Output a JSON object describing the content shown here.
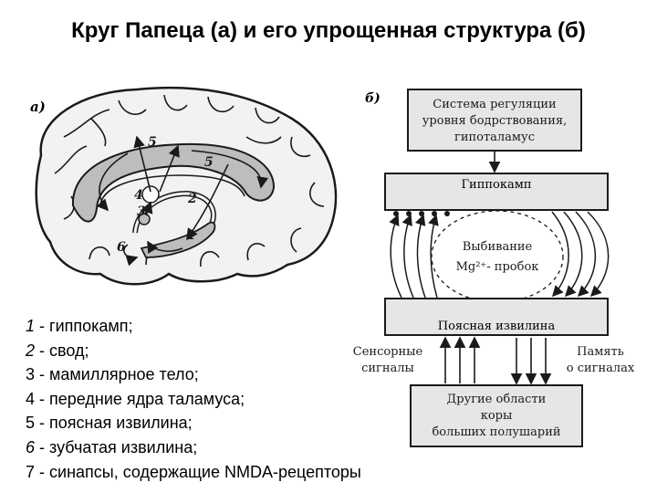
{
  "title": "Круг Папеца (а) и его упрощенная структура (б)",
  "panel_a": {
    "label": "а)",
    "numbers": [
      "1",
      "2",
      "3",
      "4",
      "5",
      "5",
      "6"
    ]
  },
  "legend": [
    {
      "num": "1",
      "italic": true,
      "text": " - гиппокамп;"
    },
    {
      "num": "2",
      "italic": true,
      "text": " - свод;"
    },
    {
      "num": "3",
      "italic": false,
      "text": " - мамиллярное тело;"
    },
    {
      "num": "4",
      "italic": false,
      "text": " - передние ядра таламуса;"
    },
    {
      "num": "5",
      "italic": false,
      "text": " -  поясная извилина;"
    },
    {
      "num": "6",
      "italic": true,
      "text": " - зубчатая извилина;"
    },
    {
      "num": "7",
      "italic": false,
      "text": " - синапсы, содержащие NMDA-рецепторы"
    }
  ],
  "panel_b": {
    "label": "б)",
    "box_top": [
      "Система регуляции",
      "уровня бодрствования,",
      "гипоталамус"
    ],
    "hippocampus": "Гиппокамп",
    "center": [
      "Выбивание",
      "Mg²⁺- пробок"
    ],
    "cingulate": "Поясная извилина",
    "sensory": [
      "Сенсорные",
      "сигналы"
    ],
    "memory": [
      "Память",
      "о сигналах"
    ],
    "box_bottom": [
      "Другие области",
      "коры",
      "больших полушарий"
    ]
  },
  "colors": {
    "ink": "#1a1a1a",
    "box_fill": "#e6e6e6",
    "brain_fill": "#f2f2f2",
    "limbic_fill": "#bdbdbd"
  }
}
